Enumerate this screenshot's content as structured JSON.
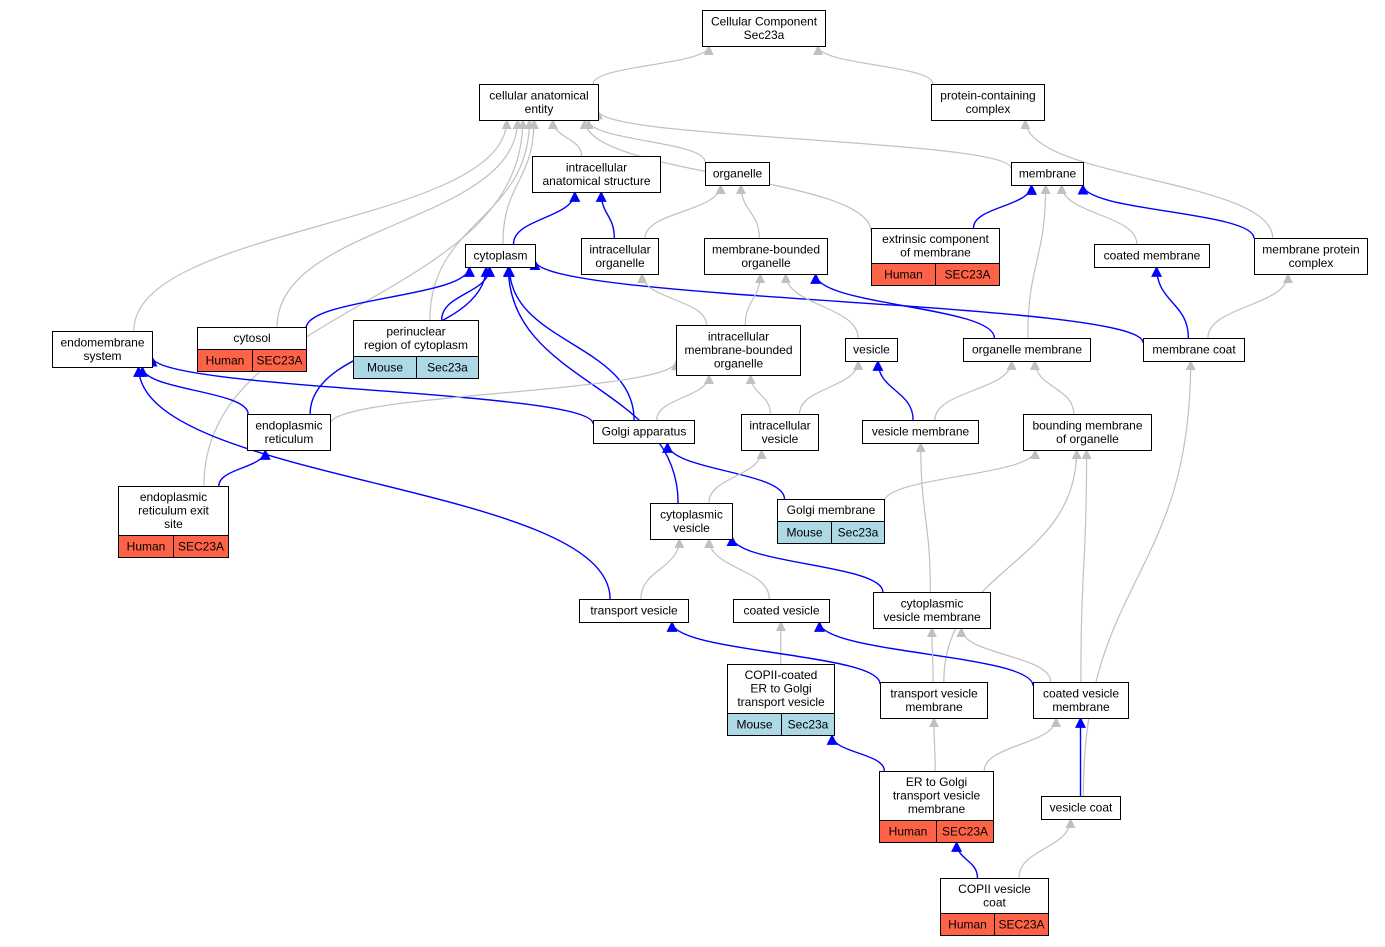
{
  "colors": {
    "gray_edge": "#c0c0c0",
    "blue_edge": "#0000ff",
    "human": "#ff6347",
    "mouse": "#add8e6"
  },
  "nodes": {
    "cc_root": {
      "lines": [
        "Cellular Component",
        "Sec23a"
      ]
    },
    "cae": {
      "lines": [
        "cellular anatomical",
        "entity"
      ]
    },
    "pcc": {
      "lines": [
        "protein-containing",
        "complex"
      ]
    },
    "ias": {
      "lines": [
        "intracellular",
        "anatomical structure"
      ]
    },
    "organelle": {
      "lines": [
        "organelle"
      ]
    },
    "membrane": {
      "lines": [
        "membrane"
      ]
    },
    "cytoplasm": {
      "lines": [
        "cytoplasm"
      ]
    },
    "io": {
      "lines": [
        "intracellular",
        "organelle"
      ]
    },
    "mbo": {
      "lines": [
        "membrane-bounded",
        "organelle"
      ]
    },
    "ecm": {
      "lines": [
        "extrinsic component",
        "of membrane"
      ],
      "tags": [
        "Human",
        "SEC23A"
      ]
    },
    "coated_membrane": {
      "lines": [
        "coated membrane"
      ]
    },
    "mpc": {
      "lines": [
        "membrane protein",
        "complex"
      ]
    },
    "endomembrane": {
      "lines": [
        "endomembrane",
        "system"
      ]
    },
    "cytosol": {
      "lines": [
        "cytosol"
      ],
      "tags": [
        "Human",
        "SEC23A"
      ]
    },
    "perinuclear": {
      "lines": [
        "perinuclear",
        "region of cytoplasm"
      ],
      "tags": [
        "Mouse",
        "Sec23a"
      ]
    },
    "imbo": {
      "lines": [
        "intracellular",
        "membrane-bounded",
        "organelle"
      ]
    },
    "vesicle": {
      "lines": [
        "vesicle"
      ]
    },
    "organelle_membrane": {
      "lines": [
        "organelle membrane"
      ]
    },
    "membrane_coat": {
      "lines": [
        "membrane coat"
      ]
    },
    "er": {
      "lines": [
        "endoplasmic",
        "reticulum"
      ]
    },
    "golgi": {
      "lines": [
        "Golgi apparatus"
      ]
    },
    "iv": {
      "lines": [
        "intracellular",
        "vesicle"
      ]
    },
    "vesicle_membrane": {
      "lines": [
        "vesicle membrane"
      ]
    },
    "bmo": {
      "lines": [
        "bounding membrane",
        "of organelle"
      ]
    },
    "eres": {
      "lines": [
        "endoplasmic",
        "reticulum exit",
        "site"
      ],
      "tags": [
        "Human",
        "SEC23A"
      ]
    },
    "golgi_membrane": {
      "lines": [
        "Golgi membrane"
      ],
      "tags": [
        "Mouse",
        "Sec23a"
      ]
    },
    "cytoplasmic_vesicle": {
      "lines": [
        "cytoplasmic",
        "vesicle"
      ]
    },
    "transport_vesicle": {
      "lines": [
        "transport vesicle"
      ]
    },
    "coated_vesicle": {
      "lines": [
        "coated vesicle"
      ]
    },
    "cvm": {
      "lines": [
        "cytoplasmic",
        "vesicle membrane"
      ]
    },
    "copii_vesicle": {
      "lines": [
        "COPII-coated",
        "ER to Golgi",
        "transport vesicle"
      ],
      "tags": [
        "Mouse",
        "Sec23a"
      ]
    },
    "tvm": {
      "lines": [
        "transport vesicle",
        "membrane"
      ]
    },
    "coated_vm": {
      "lines": [
        "coated vesicle",
        "membrane"
      ]
    },
    "er_golgi_tvm": {
      "lines": [
        "ER to Golgi",
        "transport vesicle",
        "membrane"
      ],
      "tags": [
        "Human",
        "SEC23A"
      ]
    },
    "vesicle_coat": {
      "lines": [
        "vesicle coat"
      ]
    },
    "copii_coat": {
      "lines": [
        "COPII vesicle",
        "coat"
      ],
      "tags": [
        "Human",
        "SEC23A"
      ]
    }
  },
  "edges": [
    {
      "from": "cae",
      "to": "cc_root",
      "type": "is_a"
    },
    {
      "from": "pcc",
      "to": "cc_root",
      "type": "is_a"
    },
    {
      "from": "ias",
      "to": "cae",
      "type": "is_a"
    },
    {
      "from": "organelle",
      "to": "cae",
      "type": "is_a"
    },
    {
      "from": "membrane",
      "to": "cae",
      "type": "is_a"
    },
    {
      "from": "ecm",
      "to": "cae",
      "type": "is_a"
    },
    {
      "from": "endomembrane",
      "to": "cae",
      "type": "is_a"
    },
    {
      "from": "cytosol",
      "to": "cae",
      "type": "is_a"
    },
    {
      "from": "perinuclear",
      "to": "cae",
      "type": "is_a"
    },
    {
      "from": "cytoplasm",
      "to": "cae",
      "type": "is_a"
    },
    {
      "from": "eres",
      "to": "cae",
      "type": "is_a"
    },
    {
      "from": "mpc",
      "to": "pcc",
      "type": "is_a"
    },
    {
      "from": "cytoplasm",
      "to": "ias",
      "type": "part_of"
    },
    {
      "from": "io",
      "to": "ias",
      "type": "part_of"
    },
    {
      "from": "io",
      "to": "organelle",
      "type": "is_a"
    },
    {
      "from": "mbo",
      "to": "organelle",
      "type": "is_a"
    },
    {
      "from": "ecm",
      "to": "membrane",
      "type": "part_of"
    },
    {
      "from": "coated_membrane",
      "to": "membrane",
      "type": "is_a"
    },
    {
      "from": "organelle_membrane",
      "to": "membrane",
      "type": "is_a"
    },
    {
      "from": "mpc",
      "to": "membrane",
      "type": "part_of"
    },
    {
      "from": "cytosol",
      "to": "cytoplasm",
      "type": "part_of"
    },
    {
      "from": "perinuclear",
      "to": "cytoplasm",
      "type": "part_of"
    },
    {
      "from": "er",
      "to": "cytoplasm",
      "type": "part_of"
    },
    {
      "from": "golgi",
      "to": "cytoplasm",
      "type": "part_of"
    },
    {
      "from": "cytoplasmic_vesicle",
      "to": "cytoplasm",
      "type": "part_of"
    },
    {
      "from": "membrane_coat",
      "to": "cytoplasm",
      "type": "part_of"
    },
    {
      "from": "imbo",
      "to": "io",
      "type": "is_a"
    },
    {
      "from": "imbo",
      "to": "mbo",
      "type": "is_a"
    },
    {
      "from": "vesicle",
      "to": "mbo",
      "type": "is_a"
    },
    {
      "from": "organelle_membrane",
      "to": "mbo",
      "type": "part_of"
    },
    {
      "from": "membrane_coat",
      "to": "coated_membrane",
      "type": "part_of"
    },
    {
      "from": "membrane_coat",
      "to": "mpc",
      "type": "is_a"
    },
    {
      "from": "er",
      "to": "endomembrane",
      "type": "part_of"
    },
    {
      "from": "golgi",
      "to": "endomembrane",
      "type": "part_of"
    },
    {
      "from": "transport_vesicle",
      "to": "endomembrane",
      "type": "part_of"
    },
    {
      "from": "er",
      "to": "imbo",
      "type": "is_a"
    },
    {
      "from": "golgi",
      "to": "imbo",
      "type": "is_a"
    },
    {
      "from": "iv",
      "to": "imbo",
      "type": "is_a"
    },
    {
      "from": "iv",
      "to": "vesicle",
      "type": "is_a"
    },
    {
      "from": "vesicle_membrane",
      "to": "vesicle",
      "type": "part_of"
    },
    {
      "from": "vesicle_membrane",
      "to": "organelle_membrane",
      "type": "is_a"
    },
    {
      "from": "bmo",
      "to": "organelle_membrane",
      "type": "is_a"
    },
    {
      "from": "eres",
      "to": "er",
      "type": "part_of"
    },
    {
      "from": "golgi_membrane",
      "to": "golgi",
      "type": "part_of"
    },
    {
      "from": "golgi_membrane",
      "to": "bmo",
      "type": "is_a"
    },
    {
      "from": "cytoplasmic_vesicle",
      "to": "iv",
      "type": "is_a"
    },
    {
      "from": "cvm",
      "to": "vesicle_membrane",
      "type": "is_a"
    },
    {
      "from": "tvm",
      "to": "bmo",
      "type": "is_a"
    },
    {
      "from": "coated_vm",
      "to": "bmo",
      "type": "is_a"
    },
    {
      "from": "transport_vesicle",
      "to": "cytoplasmic_vesicle",
      "type": "is_a"
    },
    {
      "from": "coated_vesicle",
      "to": "cytoplasmic_vesicle",
      "type": "is_a"
    },
    {
      "from": "cvm",
      "to": "cytoplasmic_vesicle",
      "type": "part_of"
    },
    {
      "from": "copii_vesicle",
      "to": "coated_vesicle",
      "type": "is_a"
    },
    {
      "from": "coated_vm",
      "to": "coated_vesicle",
      "type": "part_of"
    },
    {
      "from": "tvm",
      "to": "transport_vesicle",
      "type": "part_of"
    },
    {
      "from": "tvm",
      "to": "cvm",
      "type": "is_a"
    },
    {
      "from": "coated_vm",
      "to": "cvm",
      "type": "is_a"
    },
    {
      "from": "er_golgi_tvm",
      "to": "copii_vesicle",
      "type": "part_of"
    },
    {
      "from": "er_golgi_tvm",
      "to": "tvm",
      "type": "is_a"
    },
    {
      "from": "er_golgi_tvm",
      "to": "coated_vm",
      "type": "is_a"
    },
    {
      "from": "vesicle_coat",
      "to": "coated_vm",
      "type": "part_of"
    },
    {
      "from": "vesicle_coat",
      "to": "membrane_coat",
      "type": "is_a"
    },
    {
      "from": "copii_coat",
      "to": "er_golgi_tvm",
      "type": "part_of"
    },
    {
      "from": "copii_coat",
      "to": "vesicle_coat",
      "type": "is_a"
    }
  ]
}
